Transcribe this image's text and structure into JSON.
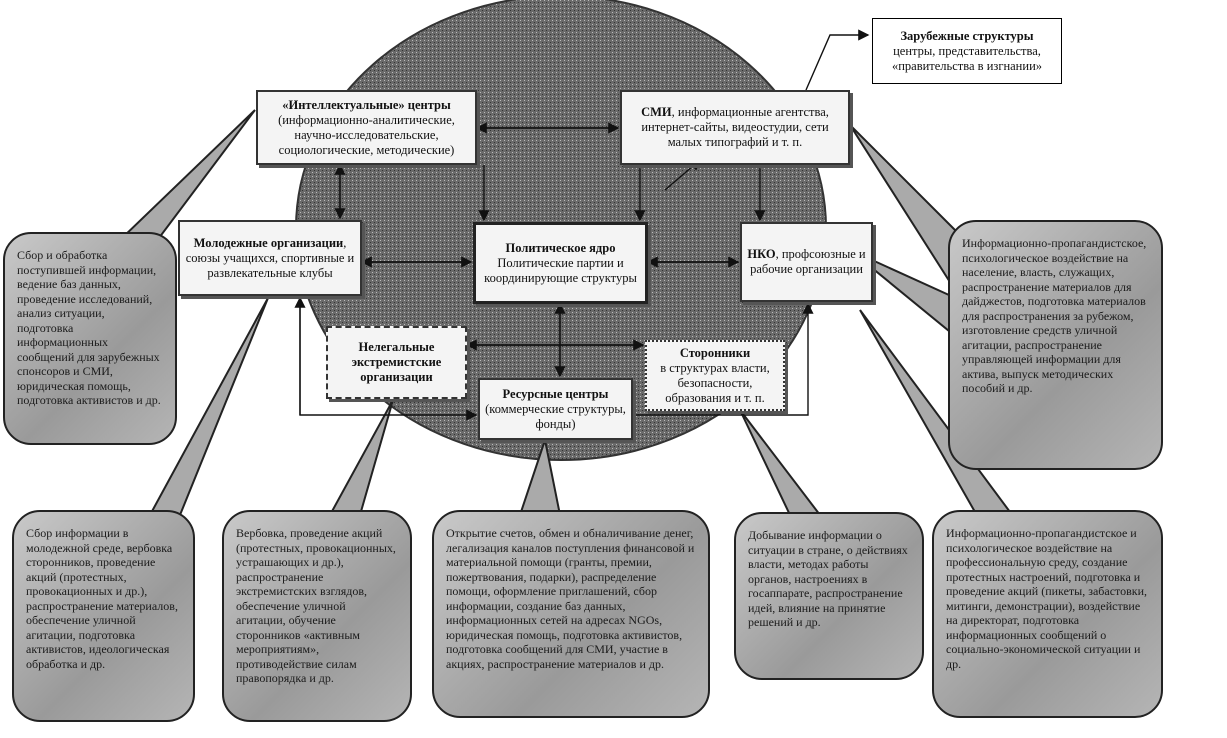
{
  "foreign": {
    "title": "Зарубежные структуры",
    "text": "центры, представительства, «правительства в изгнании»"
  },
  "intellectual": {
    "title": "«Интеллектуальные» центры",
    "text": "(информационно-аналитические, научно-исследовательские, социологические, методические)"
  },
  "smi": {
    "title": "СМИ",
    "text": ", информационные агентства, интернет-сайты, видеостудии, сети малых типографий и т. п."
  },
  "youth": {
    "title": "Молодежные организации",
    "text": ", союзы учащихся, спортивные и развлекательные клубы"
  },
  "core": {
    "title": "Политическое ядро",
    "text": "Политические партии и координирующие структуры"
  },
  "nko": {
    "title": "НКО",
    "text": ", профсоюзные и рабочие организации"
  },
  "illegal": {
    "title": "Нелегальные экстремистские организации"
  },
  "supporters": {
    "title": "Сторонники",
    "text": "в структурах власти, безопасности, образования и т. п."
  },
  "resource": {
    "title": "Ресурсные центры",
    "text": "(коммерческие структуры, фонды)"
  },
  "callouts": {
    "left": "Сбор и обработка поступившей информации, ведение баз данных, проведение исследований, анализ ситуации, подготовка информационных сообщений для зарубежных спонсоров и СМИ, юридическая помощь, подготовка активистов и др.",
    "right": "Информационно-пропагандистское, психологическое воздействие на население, власть, служащих, распространение материалов для дайджестов, подготовка материалов для распространения за рубежом, изготовление средств уличной агитации, распространение управляющей информации для актива, выпуск методических пособий и др.",
    "b1": "Сбор информации в молодежной среде, вербовка сторонников, проведение акций (протестных, провокационных и др.), распространение материалов, обеспечение уличной агитации, подготовка активистов, идеологическая обработка и др.",
    "b2": "Вербовка, проведение акций (протестных, провокационных, устрашающих и др.), распространение экстремистских взглядов, обеспечение уличной агитации, обучение сторонников «активным мероприятиям», противодействие силам правопорядка и др.",
    "b3": "Открытие счетов, обмен и обналичивание денег, легализация каналов поступления финансовой и материальной помощи (гранты, премии, пожертвования, подарки), распределение помощи, оформление приглашений, сбор информации, создание баз данных, информационных сетей на адресах NGOs, юридическая помощь, подготовка активистов, подготовка сообщений для СМИ, участие в акциях, распространение материалов и др.",
    "b4": "Добывание информации о ситуации в стране, о действиях власти, методах работы органов, настроениях в госаппарате, распространение идей, влияние на принятие решений и др.",
    "b5": "Информационно-пропагандистское и психологическое воздействие на профессиональную среду, создание протестных настроений, подготовка и проведение акций (пикеты, забастовки, митинги, демонстрации), воздействие на директорат, подготовка информационных сообщений о социально-экономической ситуации и др."
  }
}
